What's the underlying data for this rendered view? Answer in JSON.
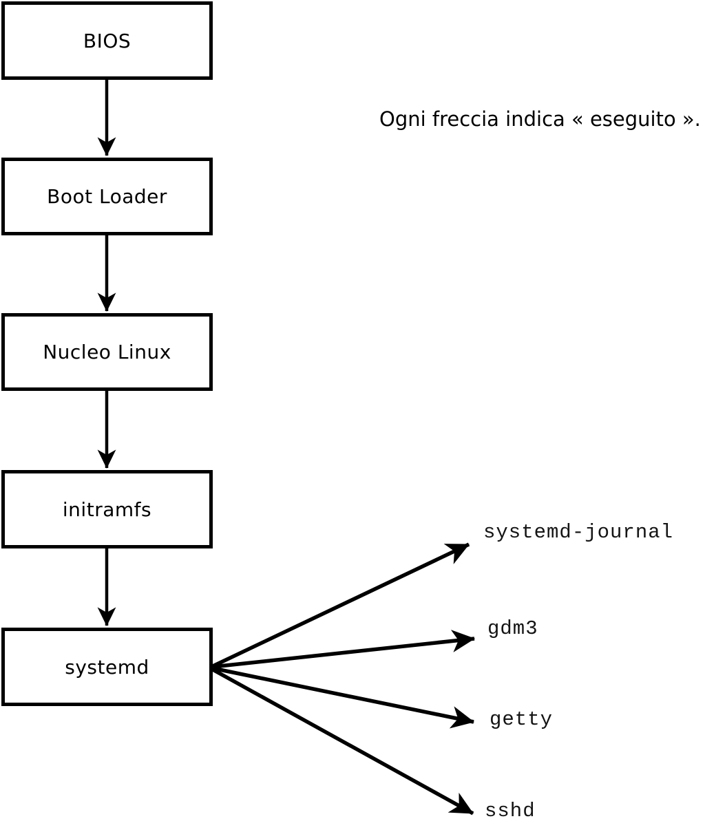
{
  "annotation": {
    "text": "Ogni freccia indica « eseguito »."
  },
  "boxes": [
    {
      "id": "bios",
      "label": "BIOS"
    },
    {
      "id": "boot-loader",
      "label": "Boot Loader"
    },
    {
      "id": "nucleo-linux",
      "label": "Nucleo Linux"
    },
    {
      "id": "initramfs",
      "label": "initramfs"
    },
    {
      "id": "systemd",
      "label": "systemd"
    }
  ],
  "services": [
    {
      "id": "systemd-journal",
      "label": "systemd-journal"
    },
    {
      "id": "gdm3",
      "label": "gdm3"
    },
    {
      "id": "getty",
      "label": "getty"
    },
    {
      "id": "sshd",
      "label": "sshd"
    }
  ],
  "colors": {
    "line": "#000000",
    "background": "#ffffff",
    "box_fill": "#ffffff"
  }
}
